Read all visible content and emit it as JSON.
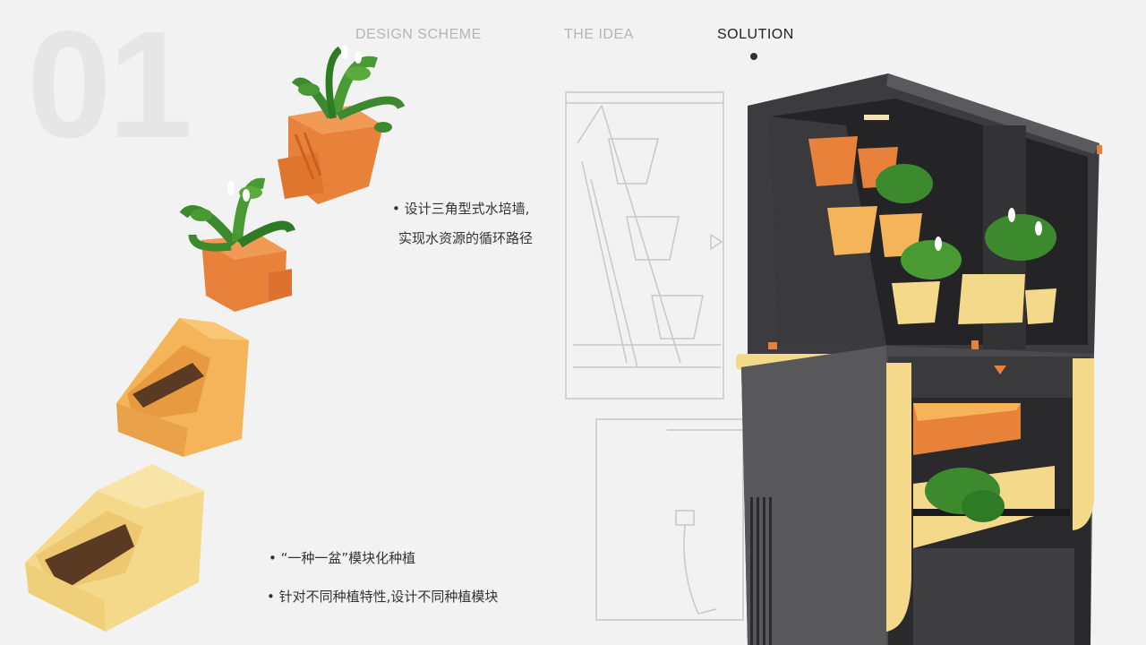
{
  "section_number": "01",
  "nav": {
    "tabs": [
      {
        "label": "DESIGN SCHEME",
        "active": false
      },
      {
        "label": "THE IDEA",
        "active": false
      },
      {
        "label": "SOLUTION",
        "active": true
      }
    ]
  },
  "bullets": [
    {
      "line1": "• 设计三角型式水培墙,",
      "line2": "实现水资源的循环路径"
    },
    {
      "line1": "• “一种一盆”模块化种植"
    },
    {
      "line1": "• 针对不同种植特性,设计不同种植模块"
    }
  ],
  "colors": {
    "background": "#f2f2f2",
    "orange_pot": "#e8823a",
    "light_orange_pot": "#f5b45a",
    "yellow_pot": "#f5d98a",
    "cabinet_dark": "#4a4a4c",
    "leaf_green": "#3d8a2e"
  },
  "icons": [
    "plant-pot-icon",
    "planter-module-icon",
    "cabinet-product-icon",
    "wireframe-sketch-icon"
  ]
}
